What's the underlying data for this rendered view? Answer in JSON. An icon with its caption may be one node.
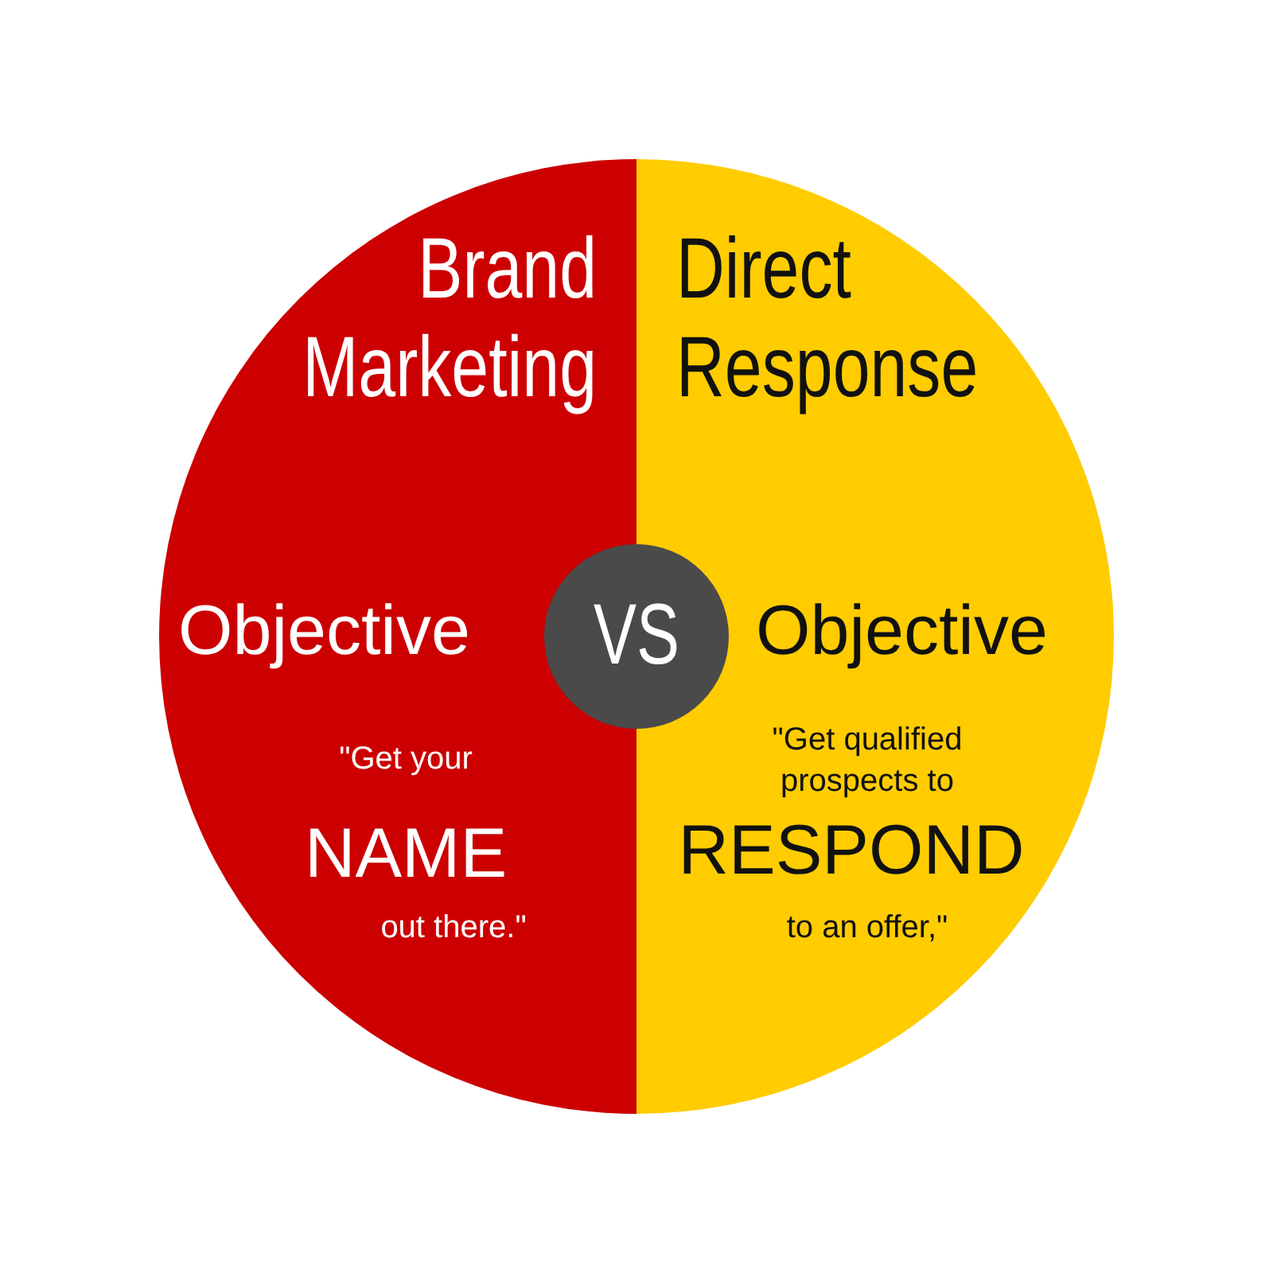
{
  "diagram": {
    "nodes": [
      {
        "text": [
          "Brand Marketing",
          "Objective",
          "\"Get your",
          "NAME",
          "out there.\""
        ]
      },
      {
        "text": [
          "Direct Response",
          "Objective",
          "\"Get qualified prospects to",
          "RESPOND",
          "to an offer,\""
        ]
      },
      {
        "text": [
          "VS"
        ]
      }
    ]
  }
}
